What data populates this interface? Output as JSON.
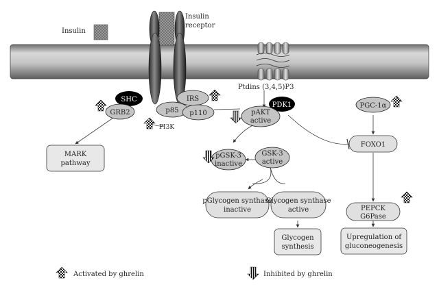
{
  "insulin": "Insulin",
  "receptor": [
    "Insulin",
    "receptor"
  ],
  "ptdins": "Ptdins (3,4,5)P3",
  "shc": "SHC",
  "grb2": "GRB2",
  "irs": "IRS",
  "p85": "p85",
  "p110": "p110",
  "pi3k": "PI3K",
  "pdk1": "PDK1",
  "pakt": [
    "pAKT",
    "active"
  ],
  "pgc": "PGC-1α",
  "mark": [
    "MARK",
    "pathway"
  ],
  "pgsk3": [
    "pGSK-3",
    "inactive"
  ],
  "gsk3": [
    "GSK-3",
    "active"
  ],
  "foxo1": "FOXO1",
  "pglycogen": [
    "pGlycogen synthase",
    "inactive"
  ],
  "glycogen_active": [
    "Glycogen synthase",
    "active"
  ],
  "pepck": [
    "PEPCK",
    "G6Pase"
  ],
  "glycogen_synth": [
    "Glycogen",
    "synthesis"
  ],
  "upregulation": [
    "Upregulation of",
    "gluconeogenesis"
  ],
  "legend": {
    "activated": "Activated by ghrelin",
    "inhibited": "Inhibited by ghrelin"
  }
}
